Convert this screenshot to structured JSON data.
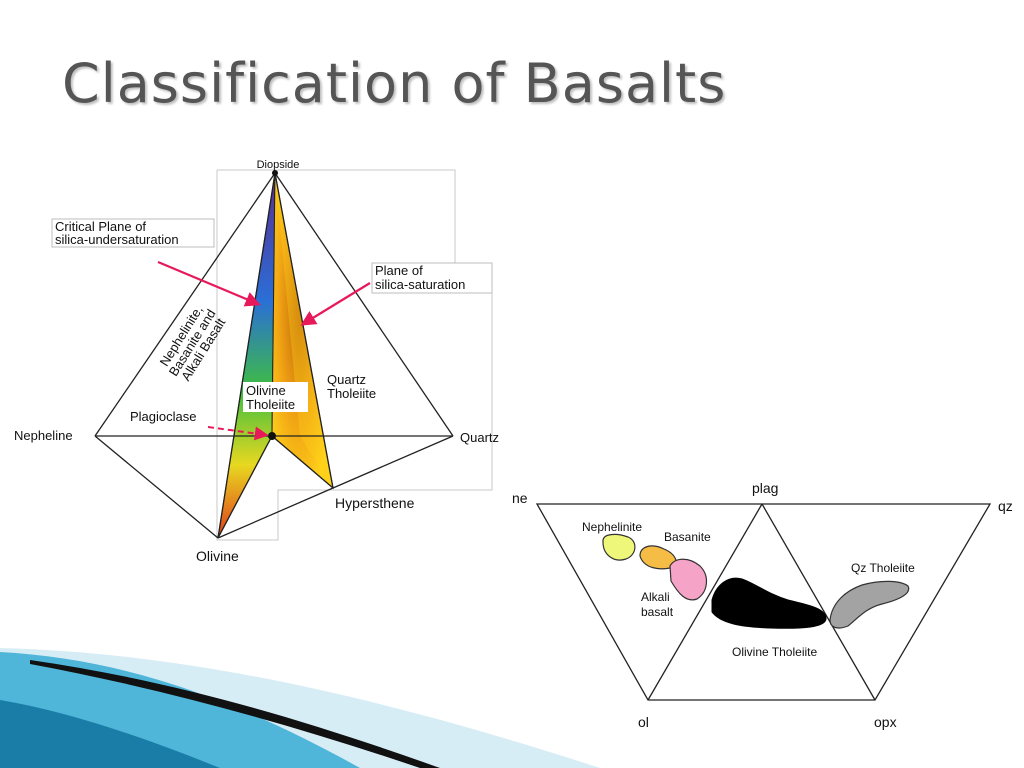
{
  "slide": {
    "title": "Classification of Basalts"
  },
  "tetrahedron": {
    "apex_labels": {
      "diopside": "Diopside",
      "nepheline": "Nepheline",
      "quartz": "Quartz",
      "olivine": "Olivine",
      "hypersthene": "Hypersthene"
    },
    "callouts": {
      "critical_plane_line1": "Critical Plane of",
      "critical_plane_line2": "silica-undersaturation",
      "saturation_plane_line1": "Plane of",
      "saturation_plane_line2": "silica-saturation",
      "plagioclase": "Plagioclase"
    },
    "fields": {
      "alkali_line1": "Nephelinite,",
      "alkali_line2": "Basanite and",
      "alkali_line3": "Alkali Basalt",
      "olivine_tholeiite_line1": "Olivine",
      "olivine_tholeiite_line2": "Tholeiite",
      "quartz_tholeiite_line1": "Quartz",
      "quartz_tholeiite_line2": "Tholeiite"
    },
    "colors": {
      "arrow": "#e8195a",
      "gradient_purple": "#5a2d91",
      "gradient_blue": "#2a6fd6",
      "gradient_green": "#3fbf3f",
      "gradient_yellow": "#e8d820",
      "gradient_red": "#e03b1c",
      "gold_light": "#ffd21a",
      "gold_dark": "#c06a08"
    }
  },
  "projection": {
    "corner_labels": {
      "ne": "ne",
      "plag": "plag",
      "qz": "qz",
      "ol": "ol",
      "opx": "opx"
    },
    "fields": [
      {
        "label": "Nephelinite",
        "color": "#eef77a"
      },
      {
        "label": "Basanite",
        "color": "#f5bd45"
      },
      {
        "label_line1": "Alkali",
        "label_line2": "basalt",
        "color": "#f6a3c8"
      },
      {
        "label": "Olivine Tholeiite",
        "color": "#000000"
      },
      {
        "label": "Qz Tholeiite",
        "color": "#a3a3a3"
      }
    ]
  },
  "decor": {
    "swoosh_light": "#4fb5d9",
    "swoosh_dark": "#0c6f9a",
    "stripe": "#111111"
  }
}
